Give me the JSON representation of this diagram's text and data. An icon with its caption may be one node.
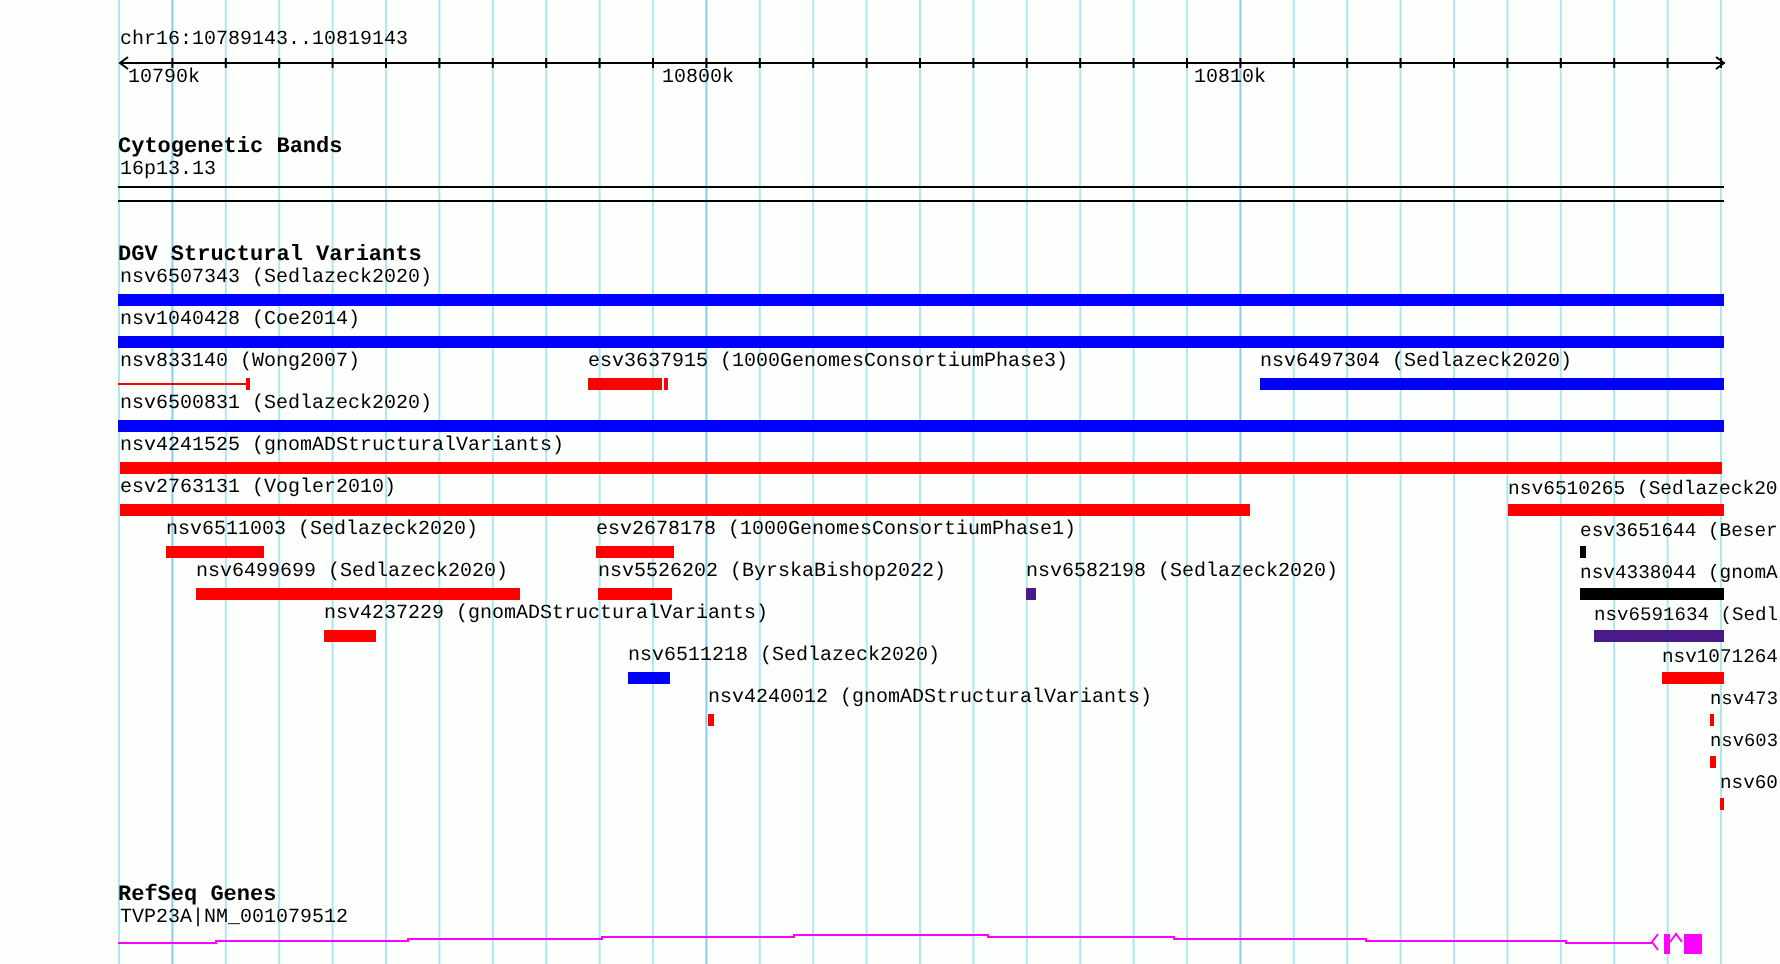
{
  "diagram": {
    "labels": [
      "chr16:10789143..10819143",
      "10790k",
      "10800k",
      "10810k",
      "Cytogenetic Bands",
      "16p13.13",
      "DGV Structural Variants",
      "nsv6507343 (Sedlazeck2020)",
      "nsv1040428 (Coe2014)",
      "nsv833140 (Wong2007)",
      "esv3637915 (1000GenomesConsortiumPhase3)",
      "nsv6497304 (Sedlazeck2020)",
      "nsv6500831 (Sedlazeck2020)",
      "nsv4241525 (gnomADStructuralVariants)",
      "esv2763131 (Vogler2010)",
      "nsv6510265 (Sedlazeck20",
      "nsv6511003 (Sedlazeck2020)",
      "esv2678178 (1000GenomesConsortiumPhase1)",
      "esv3651644 (Beser",
      "nsv6499699 (Sedlazeck2020)",
      "nsv5526202 (ByrskaBishop2022)",
      "nsv6582198 (Sedlazeck2020)",
      "nsv4338044 (gnomA",
      "nsv4237229 (gnomADStructuralVariants)",
      "nsv6591634 (Sedl",
      "nsv6511218 (Sedlazeck2020)",
      "nsv1071264",
      "nsv4240012 (gnomADStructuralVariants)",
      "nsv473",
      "nsv603",
      "nsv60",
      "RefSeq Genes",
      "TVP23A|NM_001079512"
    ]
  }
}
